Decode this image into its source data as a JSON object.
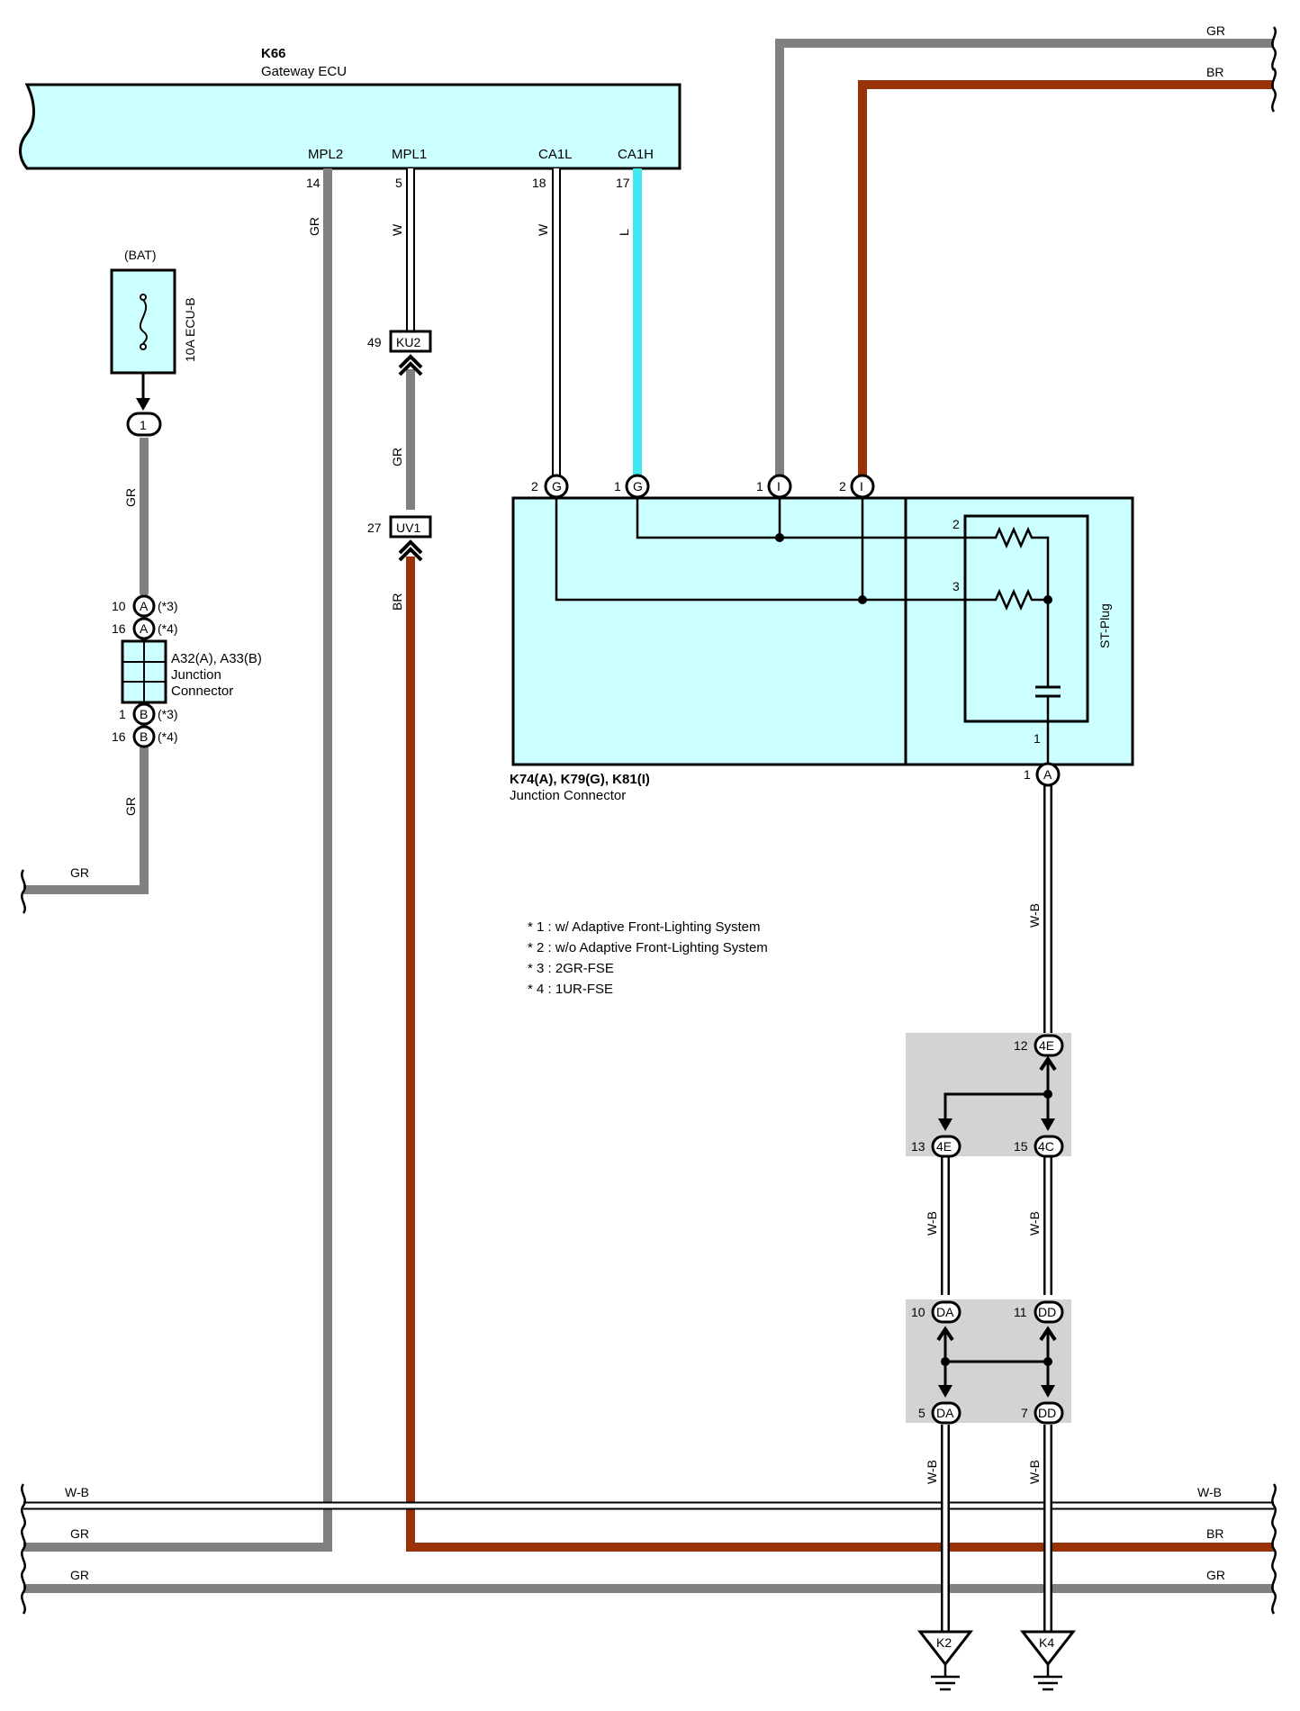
{
  "colors": {
    "GR": "#808080",
    "BR": "#9a3208",
    "L": "#40e8f0",
    "W": "#ffffff",
    "box_fill": "#ccffff",
    "splice_fill": "#d3d3d3"
  },
  "gateway": {
    "code": "K66",
    "name": "Gateway ECU",
    "pins": [
      {
        "name": "MPL2",
        "num": "14",
        "wire": "GR"
      },
      {
        "name": "MPL1",
        "num": "5",
        "wire": "W"
      },
      {
        "name": "CA1L",
        "num": "18",
        "wire": "W"
      },
      {
        "name": "CA1H",
        "num": "17",
        "wire": "L"
      }
    ]
  },
  "fuse": {
    "source": "(BAT)",
    "label": "10A ECU-B",
    "pin": "1",
    "wire": "GR"
  },
  "a32": {
    "title": "A32(A), A33(B)",
    "sub1": "Junction",
    "sub2": "Connector",
    "top": [
      {
        "num": "10",
        "conn": "A",
        "note": "(*3)"
      },
      {
        "num": "16",
        "conn": "A",
        "note": "(*4)"
      }
    ],
    "bottom": [
      {
        "num": "1",
        "conn": "B",
        "note": "(*3)"
      },
      {
        "num": "16",
        "conn": "B",
        "note": "(*4)"
      }
    ],
    "wire_below": "GR"
  },
  "inline": {
    "ku2": {
      "num": "49",
      "code": "KU2"
    },
    "uv1": {
      "num": "27",
      "code": "UV1"
    },
    "wire_between": "GR",
    "wire_below": "BR"
  },
  "junction": {
    "title": "K74(A), K79(G), K81(I)",
    "sub": "Junction Connector",
    "top_pins": [
      {
        "num": "2",
        "conn": "G"
      },
      {
        "num": "1",
        "conn": "G"
      },
      {
        "num": "1",
        "conn": "I"
      },
      {
        "num": "2",
        "conn": "I"
      }
    ],
    "stplug": "ST-Plug",
    "res_pins": [
      "2",
      "3"
    ],
    "cap_pin": "1",
    "out_pin": {
      "num": "1",
      "conn": "A"
    },
    "out_wire": "W-B"
  },
  "top_right_wires": [
    "GR",
    "BR"
  ],
  "notes": [
    "* 1 : w/ Adaptive Front-Lighting System",
    "* 2 : w/o Adaptive Front-Lighting System",
    "* 3 : 2GR-FSE",
    "* 4 : 1UR-FSE"
  ],
  "splice1": {
    "in": {
      "num": "12",
      "code": "4E"
    },
    "outs": [
      {
        "num": "13",
        "code": "4E"
      },
      {
        "num": "15",
        "code": "4C"
      }
    ]
  },
  "splice2": {
    "ins": [
      {
        "num": "10",
        "code": "DA"
      },
      {
        "num": "11",
        "code": "DD"
      }
    ],
    "outs": [
      {
        "num": "5",
        "code": "DA"
      },
      {
        "num": "7",
        "code": "DD"
      }
    ]
  },
  "vertical_wb": "W-B",
  "grounds": [
    "K2",
    "K4"
  ],
  "left_gr": "GR",
  "bus": {
    "wb_left": "W-B",
    "wb_right": "W-B",
    "gr_left": "GR",
    "br_right": "BR",
    "gr2_left": "GR",
    "gr2_right": "GR"
  }
}
